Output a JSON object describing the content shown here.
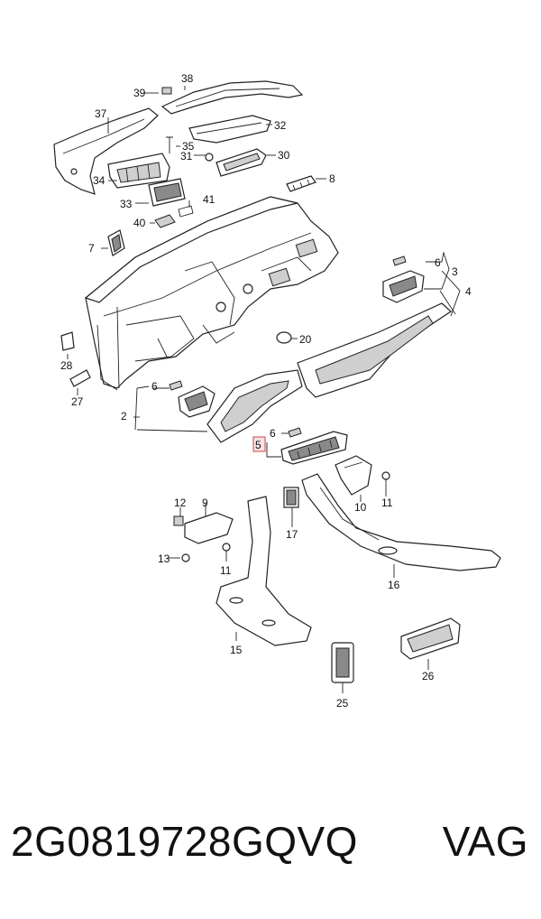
{
  "callouts": {
    "c1": "2",
    "c2": "3",
    "c3": "4",
    "c4": "5",
    "c5": "6",
    "c6": "6",
    "c7": "6",
    "c8": "7",
    "c9": "8",
    "c10": "9",
    "c11": "10",
    "c12": "11",
    "c13": "11",
    "c14": "12",
    "c15": "13",
    "c16": "15",
    "c17": "16",
    "c18": "17",
    "c19": "20",
    "c20": "25",
    "c21": "26",
    "c22": "27",
    "c23": "28",
    "c24": "30",
    "c25": "31",
    "c26": "32",
    "c27": "33",
    "c28": "34",
    "c29": "35",
    "c30": "37",
    "c31": "38",
    "c32": "39",
    "c33": "40",
    "c34": "41"
  },
  "footer": {
    "part_number": "2G0819728GQVQ",
    "brand": "VAG"
  },
  "highlight_color": "#d04040"
}
